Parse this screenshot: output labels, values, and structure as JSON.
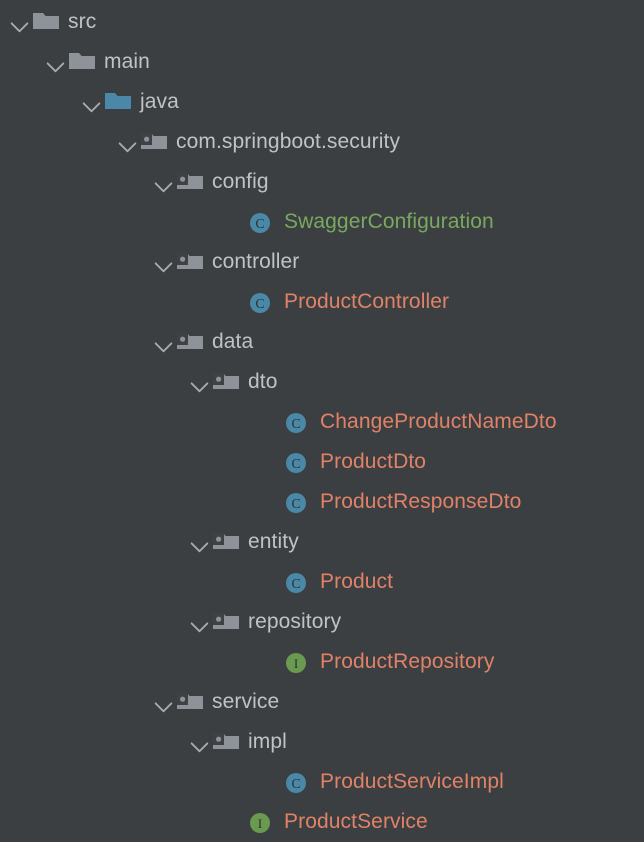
{
  "theme": {
    "background": "#3c3f41",
    "folder_text": "#c0c2c4",
    "class_text_red": "#e08268",
    "class_text_green": "#79a861",
    "chevron": "#a9adb2",
    "folder_icon_gray": "#8d9399",
    "folder_icon_blue": "#4a87a8",
    "class_icon_blue": "#4a88a8",
    "interface_icon_green": "#6a9a50"
  },
  "tree": {
    "name": "project-tool-window",
    "rows": [
      {
        "label": "src",
        "depth": 0,
        "expanded": true,
        "icon": "folder-gray-icon",
        "kind": "folder",
        "color": "folder"
      },
      {
        "label": "main",
        "depth": 1,
        "expanded": true,
        "icon": "folder-gray-icon",
        "kind": "folder",
        "color": "folder"
      },
      {
        "label": "java",
        "depth": 2,
        "expanded": true,
        "icon": "folder-source-blue-icon",
        "kind": "folder",
        "color": "folder"
      },
      {
        "label": "com.springboot.security",
        "depth": 3,
        "expanded": true,
        "icon": "package-icon",
        "kind": "package",
        "color": "folder"
      },
      {
        "label": "config",
        "depth": 4,
        "expanded": true,
        "icon": "package-icon",
        "kind": "package",
        "color": "folder"
      },
      {
        "label": "SwaggerConfiguration",
        "depth": 6,
        "expanded": false,
        "icon": "java-class-icon",
        "kind": "class",
        "color": "green"
      },
      {
        "label": "controller",
        "depth": 4,
        "expanded": true,
        "icon": "package-icon",
        "kind": "package",
        "color": "folder"
      },
      {
        "label": "ProductController",
        "depth": 6,
        "expanded": false,
        "icon": "java-class-icon",
        "kind": "class",
        "color": "red"
      },
      {
        "label": "data",
        "depth": 4,
        "expanded": true,
        "icon": "package-icon",
        "kind": "package",
        "color": "folder"
      },
      {
        "label": "dto",
        "depth": 5,
        "expanded": true,
        "icon": "package-icon",
        "kind": "package",
        "color": "folder"
      },
      {
        "label": "ChangeProductNameDto",
        "depth": 7,
        "expanded": false,
        "icon": "java-class-icon",
        "kind": "class",
        "color": "red"
      },
      {
        "label": "ProductDto",
        "depth": 7,
        "expanded": false,
        "icon": "java-class-icon",
        "kind": "class",
        "color": "red"
      },
      {
        "label": "ProductResponseDto",
        "depth": 7,
        "expanded": false,
        "icon": "java-class-icon",
        "kind": "class",
        "color": "red"
      },
      {
        "label": "entity",
        "depth": 5,
        "expanded": true,
        "icon": "package-icon",
        "kind": "package",
        "color": "folder"
      },
      {
        "label": "Product",
        "depth": 7,
        "expanded": false,
        "icon": "java-class-icon",
        "kind": "class",
        "color": "red"
      },
      {
        "label": "repository",
        "depth": 5,
        "expanded": true,
        "icon": "package-icon",
        "kind": "package",
        "color": "folder"
      },
      {
        "label": "ProductRepository",
        "depth": 7,
        "expanded": false,
        "icon": "java-interface-icon",
        "kind": "interface",
        "color": "red"
      },
      {
        "label": "service",
        "depth": 4,
        "expanded": true,
        "icon": "package-icon",
        "kind": "package",
        "color": "folder"
      },
      {
        "label": "impl",
        "depth": 5,
        "expanded": true,
        "icon": "package-icon",
        "kind": "package",
        "color": "folder"
      },
      {
        "label": "ProductServiceImpl",
        "depth": 7,
        "expanded": false,
        "icon": "java-class-icon",
        "kind": "class",
        "color": "red"
      },
      {
        "label": "ProductService",
        "depth": 6,
        "expanded": false,
        "icon": "java-interface-icon",
        "kind": "interface",
        "color": "red"
      }
    ]
  }
}
